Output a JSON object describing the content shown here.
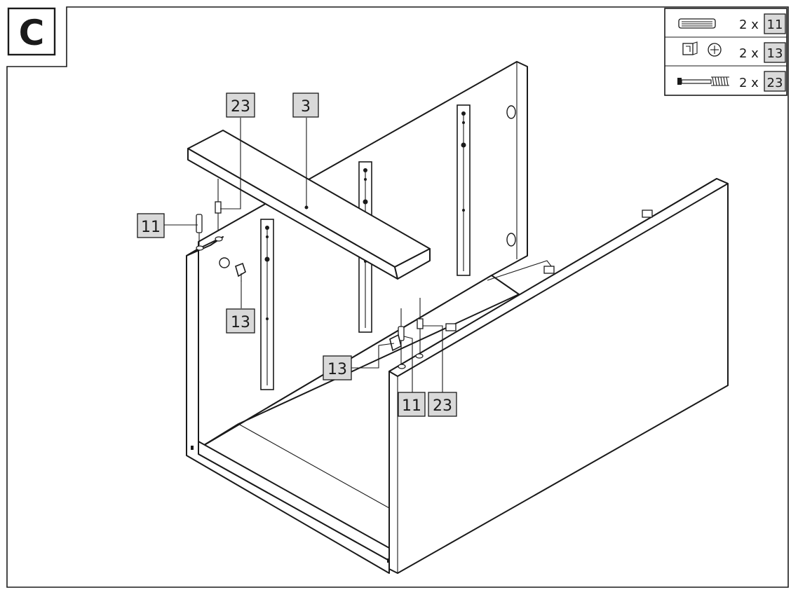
{
  "step": {
    "letter": "C"
  },
  "legend": [
    {
      "icon": "wooden-dowel-icon",
      "qty": "2 x",
      "part": "11"
    },
    {
      "icon": "cam-lock-icon",
      "qty": "2 x",
      "part": "13"
    },
    {
      "icon": "cam-bolt-icon",
      "qty": "2 x",
      "part": "23"
    }
  ],
  "callouts": {
    "panel": "3",
    "bolt_top": "23",
    "dowel_left": "11",
    "cam_left": "13",
    "cam_right": "13",
    "dowel_right": "11",
    "bolt_right": "23"
  },
  "colors": {
    "line": "#1a1a1a",
    "label_fill": "#d9d9d9",
    "background": "#ffffff"
  }
}
